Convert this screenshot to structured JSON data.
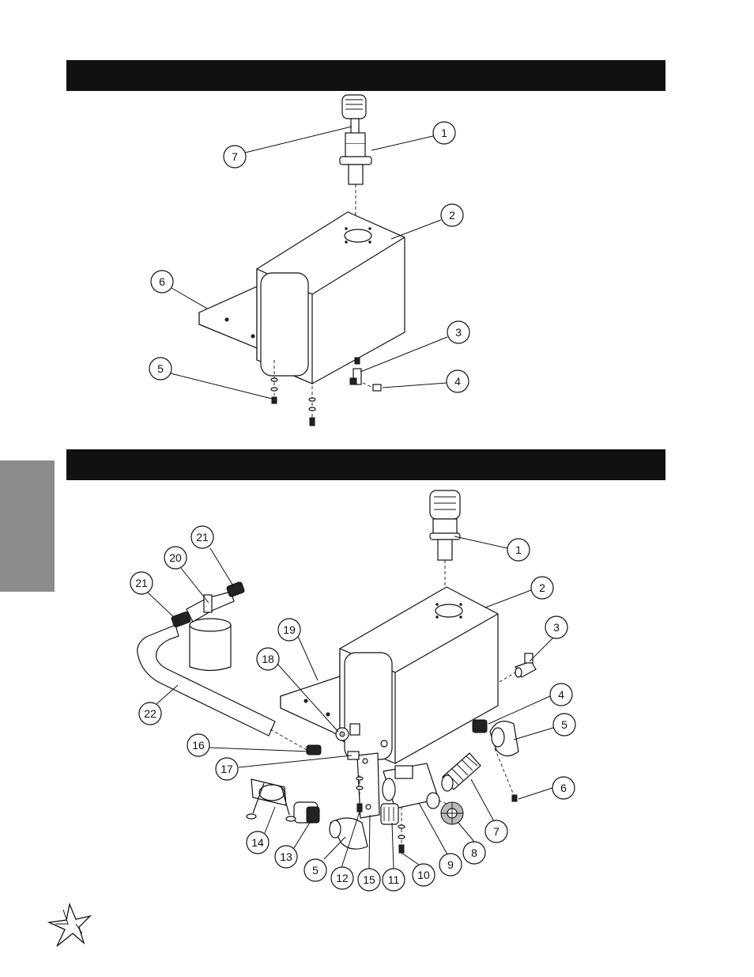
{
  "diagram1": {
    "callouts": [
      {
        "id": "d1-c1",
        "label": "1"
      },
      {
        "id": "d1-c2",
        "label": "2"
      },
      {
        "id": "d1-c3",
        "label": "3"
      },
      {
        "id": "d1-c4",
        "label": "4"
      },
      {
        "id": "d1-c5",
        "label": "5"
      },
      {
        "id": "d1-c6",
        "label": "6"
      },
      {
        "id": "d1-c7",
        "label": "7"
      }
    ]
  },
  "diagram2": {
    "callouts": [
      {
        "id": "d2-c1",
        "label": "1"
      },
      {
        "id": "d2-c2",
        "label": "2"
      },
      {
        "id": "d2-c3",
        "label": "3"
      },
      {
        "id": "d2-c4",
        "label": "4"
      },
      {
        "id": "d2-c5a",
        "label": "5"
      },
      {
        "id": "d2-c6",
        "label": "6"
      },
      {
        "id": "d2-c7",
        "label": "7"
      },
      {
        "id": "d2-c8",
        "label": "8"
      },
      {
        "id": "d2-c9",
        "label": "9"
      },
      {
        "id": "d2-c10",
        "label": "10"
      },
      {
        "id": "d2-c11",
        "label": "11"
      },
      {
        "id": "d2-c15",
        "label": "15"
      },
      {
        "id": "d2-c12",
        "label": "12"
      },
      {
        "id": "d2-c5b",
        "label": "5"
      },
      {
        "id": "d2-c13",
        "label": "13"
      },
      {
        "id": "d2-c14",
        "label": "14"
      },
      {
        "id": "d2-c17",
        "label": "17"
      },
      {
        "id": "d2-c16",
        "label": "16"
      },
      {
        "id": "d2-c22",
        "label": "22"
      },
      {
        "id": "d2-c18",
        "label": "18"
      },
      {
        "id": "d2-c19",
        "label": "19"
      },
      {
        "id": "d2-c21a",
        "label": "21"
      },
      {
        "id": "d2-c20",
        "label": "20"
      },
      {
        "id": "d2-c21b",
        "label": "21"
      }
    ]
  },
  "logo": {
    "icon": "star-logo-icon"
  }
}
